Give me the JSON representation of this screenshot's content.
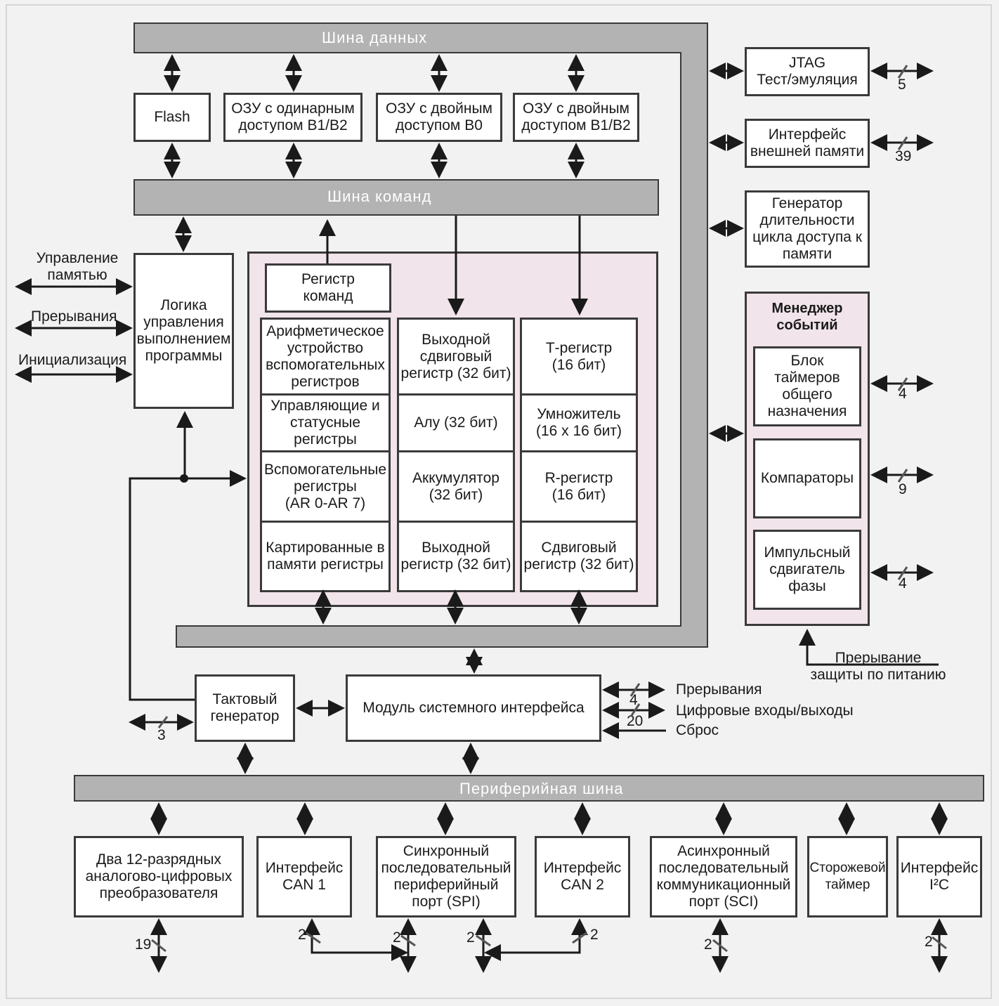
{
  "buses": {
    "data_bus": "Шина данных",
    "command_bus": "Шина команд",
    "peripheral_bus": "Периферийная шина"
  },
  "memory": {
    "flash": "Flash",
    "saram": "ОЗУ с одинарным\nдоступом В1/В2",
    "daram_b0": "ОЗУ с двойным\nдоступом В0",
    "daram_b1b2": "ОЗУ с двойным\nдоступом В1/В2"
  },
  "right_blocks": {
    "jtag": "JTAG\nТест/эмуляция",
    "jtag_count": "5",
    "ext_mem": "Интерфейс\nвнешней памяти",
    "ext_mem_count": "39",
    "wait_gen": "Генератор\nдлительности\nцикла доступа к\nпамяти"
  },
  "event_manager": {
    "title": "Менеджер\nсобытий",
    "timers": "Блок\nтаймеров\nобщего\nназначения",
    "timers_count": "4",
    "comparators": "Компараторы",
    "comparators_count": "9",
    "phase_shifter": "Импульсный\nсдвигатель\nфазы",
    "phase_shifter_count": "4",
    "power_interrupt": "Прерывание\nзащиты по питанию"
  },
  "control": {
    "mem_control": "Управление\nпамятью",
    "interrupts": "Прерывания",
    "init": "Инициализация",
    "program_logic": "Логика\nуправления\nвыполнением\nпрограммы"
  },
  "cpu": {
    "instr_reg": "Регистр\nкоманд",
    "col1": [
      "Арифметическое\nустройство\nвспомогательных\nрегистров",
      "Управляющие и\nстатусные\nрегистры",
      "Вспомогательные\nрегистры\n(AR 0-AR 7)",
      "Картированные в\nпамяти регистры"
    ],
    "col2": [
      "Выходной\nсдвиговый\nрегистр (32 бит)",
      "Алу (32 бит)",
      "Аккумулятор\n(32 бит)",
      "Выходной\nрегистр (32 бит)"
    ],
    "col3": [
      "Т-регистр\n(16 бит)",
      "Умножитель\n(16 х 16 бит)",
      "R-регистр\n(16 бит)",
      "Сдвиговый\nрегистр (32 бит)"
    ]
  },
  "system": {
    "clock": "Тактовый\nгенератор",
    "clock_count": "3",
    "sysif": "Модуль системного интерфейса",
    "out_interrupts": "Прерывания",
    "out_interrupts_count": "4",
    "digital_io": "Цифровые входы/выходы",
    "digital_io_count": "20",
    "reset": "Сброс"
  },
  "peripherals": {
    "adc": "Два 12-разрядных\nаналогово-цифровых\nпреобразователя",
    "adc_count": "19",
    "can1": "Интерфейс\nCAN 1",
    "can1_count": "2",
    "spi": "Синхронный\nпоследовательный\nпериферийный\nпорт (SPI)",
    "spi_count": "2",
    "spi_count_b": "2",
    "can2": "Интерфейс\nCAN 2",
    "can2_count": "2",
    "sci": "Асинхронный\nпоследовательный\nкоммуникационный\nпорт (SCI)",
    "sci_count": "2",
    "watchdog": "Сторожевой\nтаймер",
    "i2c": "Интерфейс\nI²C",
    "i2c_count": "2"
  }
}
